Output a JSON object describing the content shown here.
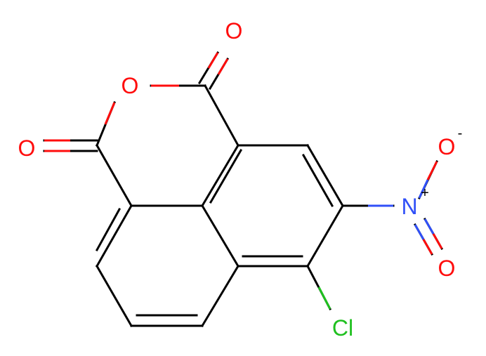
{
  "molecule": {
    "colors": {
      "bond": "#000000",
      "oxygen": "#ff0d0d",
      "nitrogen": "#3050f8",
      "chlorine": "#1fc01f"
    },
    "atoms": {
      "o_carbonyl_top": "O",
      "o_ring": "O",
      "o_carbonyl_left": "O",
      "o_nitro_top": "O",
      "o_nitro_top_charge": "-",
      "n_nitro": "N",
      "n_nitro_charge": "+",
      "o_nitro_bottom": "O",
      "cl": "Cl"
    }
  }
}
